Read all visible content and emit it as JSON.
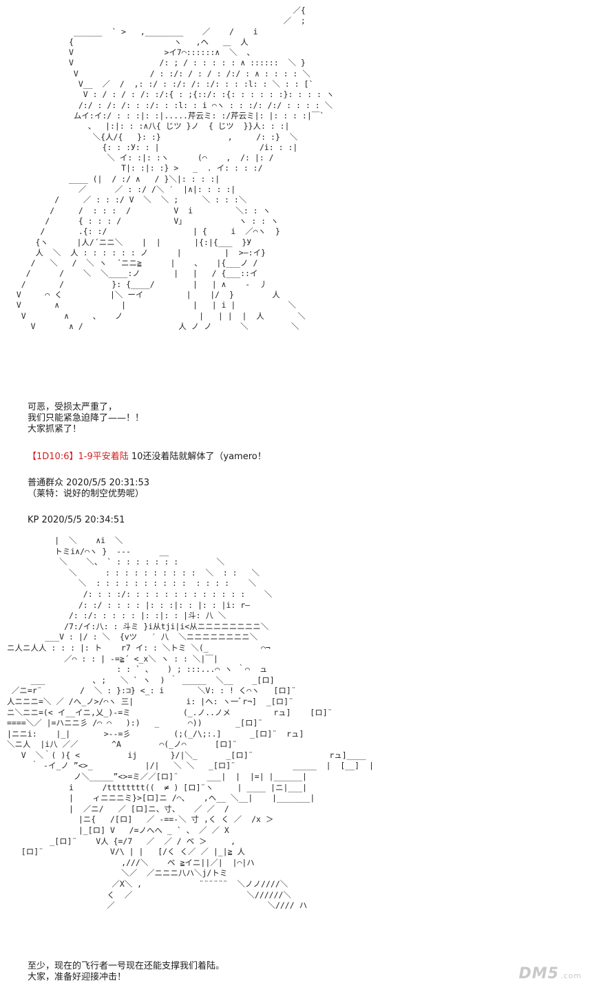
{
  "narration": {
    "line1": "可恶，受损太严重了，",
    "line2": "我们只能紧急迫降了——！！",
    "line3": "大家抓紧了！"
  },
  "dice_roll": {
    "result": "【1D10:6】",
    "outcome": "1-9平安着陆",
    "rest": " 10还没着陆就解体了（yamero！",
    "color": "#d02020"
  },
  "comment1": {
    "header": "普通群众 2020/5/5 20:31:53",
    "body": "（莱特：说好的制空优势呢）"
  },
  "post2": {
    "header": "KP 2020/5/5 20:34:51"
  },
  "closing": {
    "line1": "至少，现在的飞行者一号现在还能支撑我们着陆。",
    "line2": "大家，准备好迎接冲击！"
  },
  "watermark": {
    "text": "DM5",
    "suffix": ".com"
  }
}
